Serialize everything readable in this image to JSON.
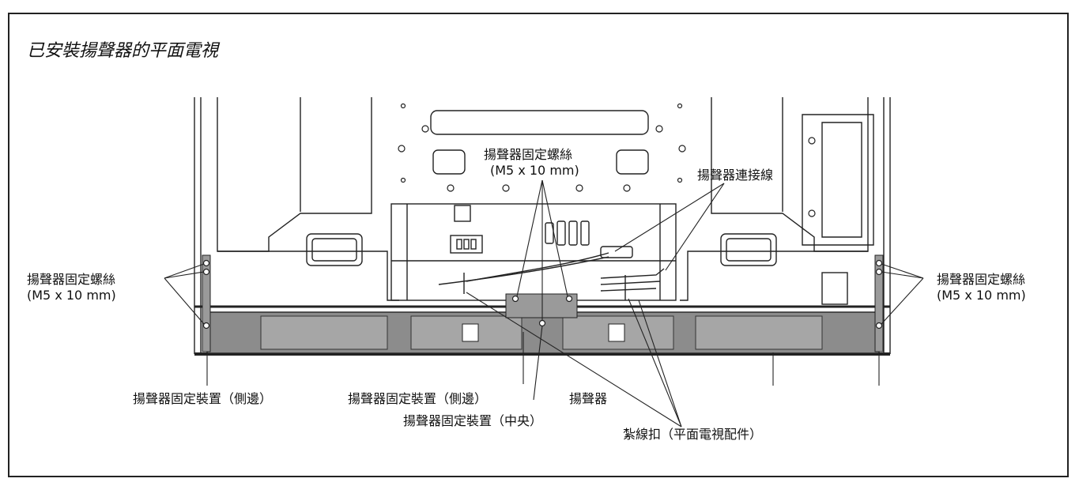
{
  "title": "已安裝揚聲器的平面電視",
  "labels": {
    "center_screw_name": "揚聲器固定螺絲",
    "center_screw_size": "(M5 x 10 mm)",
    "cable": "揚聲器連接線",
    "left_screw_name": "揚聲器固定螺絲",
    "left_screw_size": "(M5 x 10 mm)",
    "right_screw_name": "揚聲器固定螺絲",
    "right_screw_size": "(M5 x 10 mm)",
    "bracket_side_left": "揚聲器固定裝置（側邊）",
    "bracket_side_center": "揚聲器固定裝置（側邊）",
    "speaker": "揚聲器",
    "bracket_center": "揚聲器固定裝置（中央）",
    "cable_tie": "紮線扣（平面電視配件）"
  },
  "colors": {
    "line": "#222222",
    "speaker_fill": "#8c8c8c",
    "speaker_inner": "#a6a6a6",
    "bezel": "#2a2a2a"
  }
}
